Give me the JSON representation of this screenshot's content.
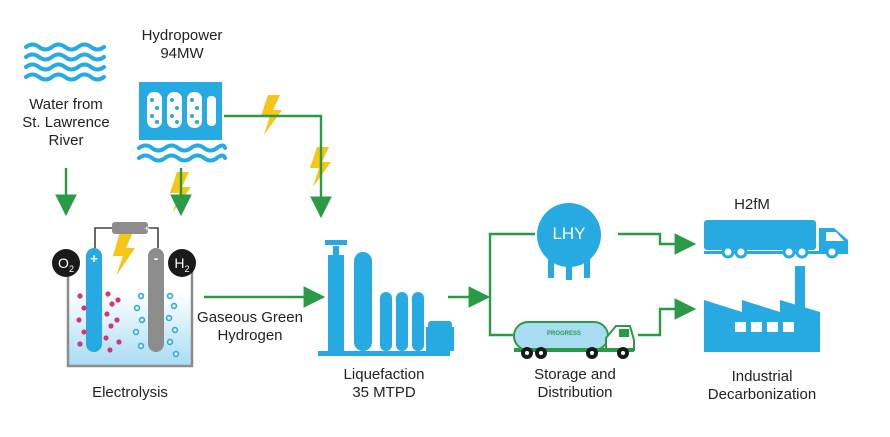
{
  "colors": {
    "blue": "#27a9e1",
    "light_blue": "#a7dcf3",
    "green": "#2a9a47",
    "yellow": "#f5c518",
    "pink": "#d6337f",
    "grey": "#8c8c8c",
    "dark": "#1a1a1a"
  },
  "labels": {
    "water": [
      "Water from",
      "St. Lawrence",
      "River"
    ],
    "hydropower": [
      "Hydropower",
      "94MW"
    ],
    "gaseous": [
      "Gaseous Green",
      "Hydrogen"
    ],
    "electrolysis": "Electrolysis",
    "liquefaction": [
      "Liquefaction",
      "35 MTPD"
    ],
    "storage": [
      "Storage and",
      "Distribution"
    ],
    "h2fm": "H2fM",
    "industrial": [
      "Industrial",
      "Decarbonization"
    ],
    "lhy": "LHY",
    "o2": "O",
    "o2_sub": "2",
    "h2": "H",
    "h2_sub": "2",
    "plus": "+",
    "minus": "-",
    "tanker_brand": "PROGRESS"
  },
  "icons": {
    "water": "water-waves-icon",
    "dam": "hydropower-dam-icon",
    "bolt": "lightning-bolt-icon",
    "electrolyzer": "electrolyzer-cell-icon",
    "plant": "liquefaction-plant-icon",
    "sphere": "storage-sphere-icon",
    "tanker": "tanker-truck-icon",
    "truck": "box-truck-icon",
    "factory": "factory-icon"
  }
}
